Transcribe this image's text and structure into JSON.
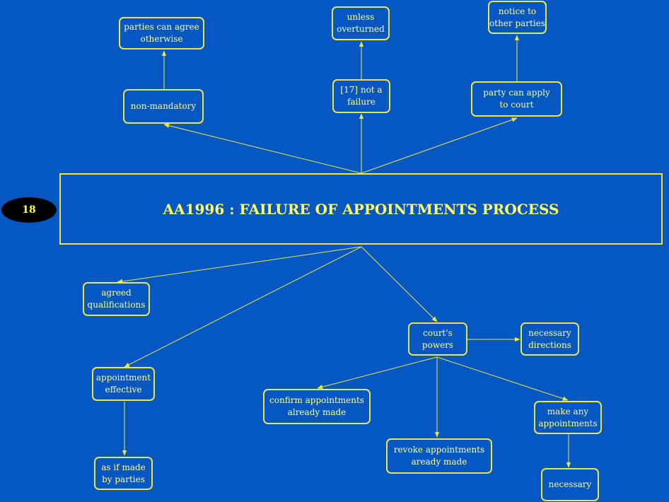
{
  "badge": "18",
  "title": "AA1996 : FAILURE OF APPOINTMENTS PROCESS",
  "nodes": {
    "parties_agree": "parties can agree\notherwise",
    "non_mandatory": "non-mandatory",
    "unless_overturned": "unless\noverturned",
    "not_failure": "[17] not a\nfailure",
    "notice_parties": "notice to\nother parties",
    "party_apply": "party can apply\nto court",
    "agreed_qualifications": "agreed\nqualifications",
    "appointment_effective": "appointment\neffective",
    "as_if_made": "as if made\nby parties",
    "courts_powers": "court's\npowers",
    "necessary_directions": "necessary\ndirections",
    "confirm_appointments": "confirm appointments\nalready made",
    "revoke_appointments": "revoke appointments\naready made",
    "make_appointments": "make any\nappointments",
    "necessary": "necessary"
  }
}
